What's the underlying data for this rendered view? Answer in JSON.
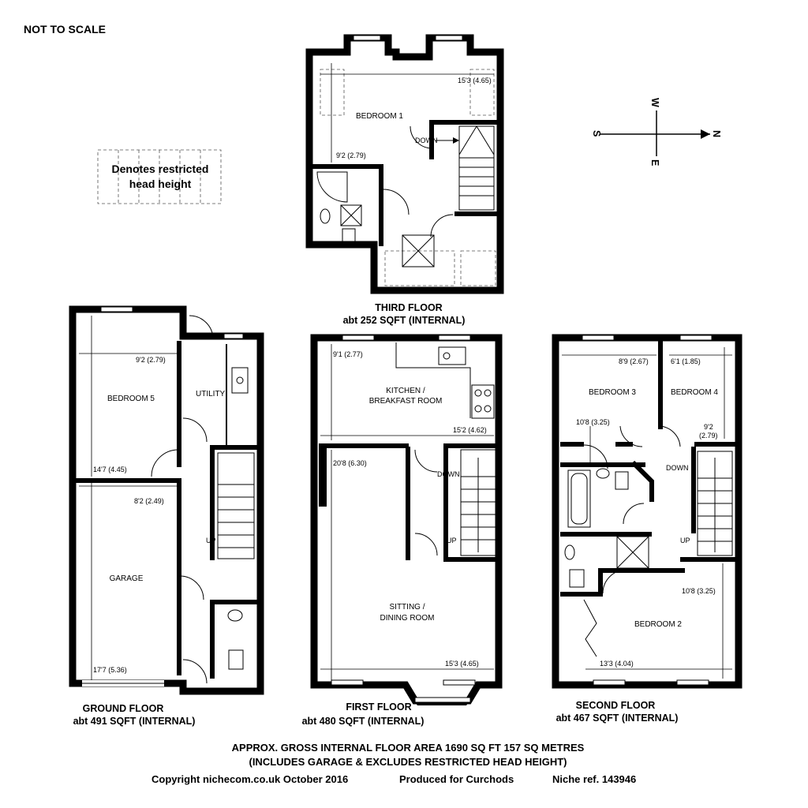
{
  "header": {
    "not_to_scale": "NOT TO SCALE"
  },
  "legend": {
    "line1": "Denotes restricted",
    "line2": "head height"
  },
  "compass": {
    "n": "N",
    "s": "S",
    "e": "E",
    "w": "W"
  },
  "third_floor": {
    "title": "THIRD FLOOR",
    "area": "abt 252 SQFT (INTERNAL)",
    "rooms": {
      "bedroom1": "BEDROOM 1"
    },
    "dims": {
      "width": "15'3 (4.65)",
      "depth": "9'2 (2.79)"
    },
    "stair": "DOWN"
  },
  "ground_floor": {
    "title": "GROUND FLOOR",
    "area": "abt 491 SQFT (INTERNAL)",
    "rooms": {
      "bedroom5": "BEDROOM 5",
      "utility": "UTILITY",
      "garage": "GARAGE"
    },
    "dims": {
      "b5_width": "9'2 (2.79)",
      "b5_depth": "14'7 (4.45)",
      "g_width": "8'2 (2.49)",
      "g_depth": "17'7 (5.36)"
    },
    "stair": "UP"
  },
  "first_floor": {
    "title": "FIRST FLOOR",
    "area": "abt 480 SQFT (INTERNAL)",
    "rooms": {
      "kitchen1": "KITCHEN /",
      "kitchen2": "BREAKFAST ROOM",
      "sitting1": "SITTING /",
      "sitting2": "DINING ROOM"
    },
    "dims": {
      "k_depth": "9'1 (2.77)",
      "k_width": "15'2 (4.62)",
      "s_depth": "20'8 (6.30)",
      "s_width": "15'3 (4.65)"
    },
    "stair_down": "DOWN",
    "stair_up": "UP"
  },
  "second_floor": {
    "title": "SECOND FLOOR",
    "area": "abt 467 SQFT (INTERNAL)",
    "rooms": {
      "bedroom3": "BEDROOM 3",
      "bedroom4": "BEDROOM 4",
      "bedroom2": "BEDROOM 2"
    },
    "dims": {
      "b3_width": "8'9 (2.67)",
      "b3_depth": "10'8 (3.25)",
      "b4_width": "6'1 (1.85)",
      "b4_depth1": "9'2",
      "b4_depth2": "(2.79)",
      "b2_depth": "10'8 (3.25)",
      "b2_width": "13'3 (4.04)"
    },
    "stair_down": "DOWN",
    "stair_up": "UP"
  },
  "footer": {
    "line1": "APPROX. GROSS INTERNAL FLOOR AREA 1690 SQ FT 157 SQ METRES",
    "line2": "(INCLUDES GARAGE & EXCLUDES RESTRICTED HEAD HEIGHT)",
    "copyright": "Copyright nichecom.co.uk October 2016",
    "produced": "Produced for Curchods",
    "ref": "Niche ref. 143946"
  }
}
